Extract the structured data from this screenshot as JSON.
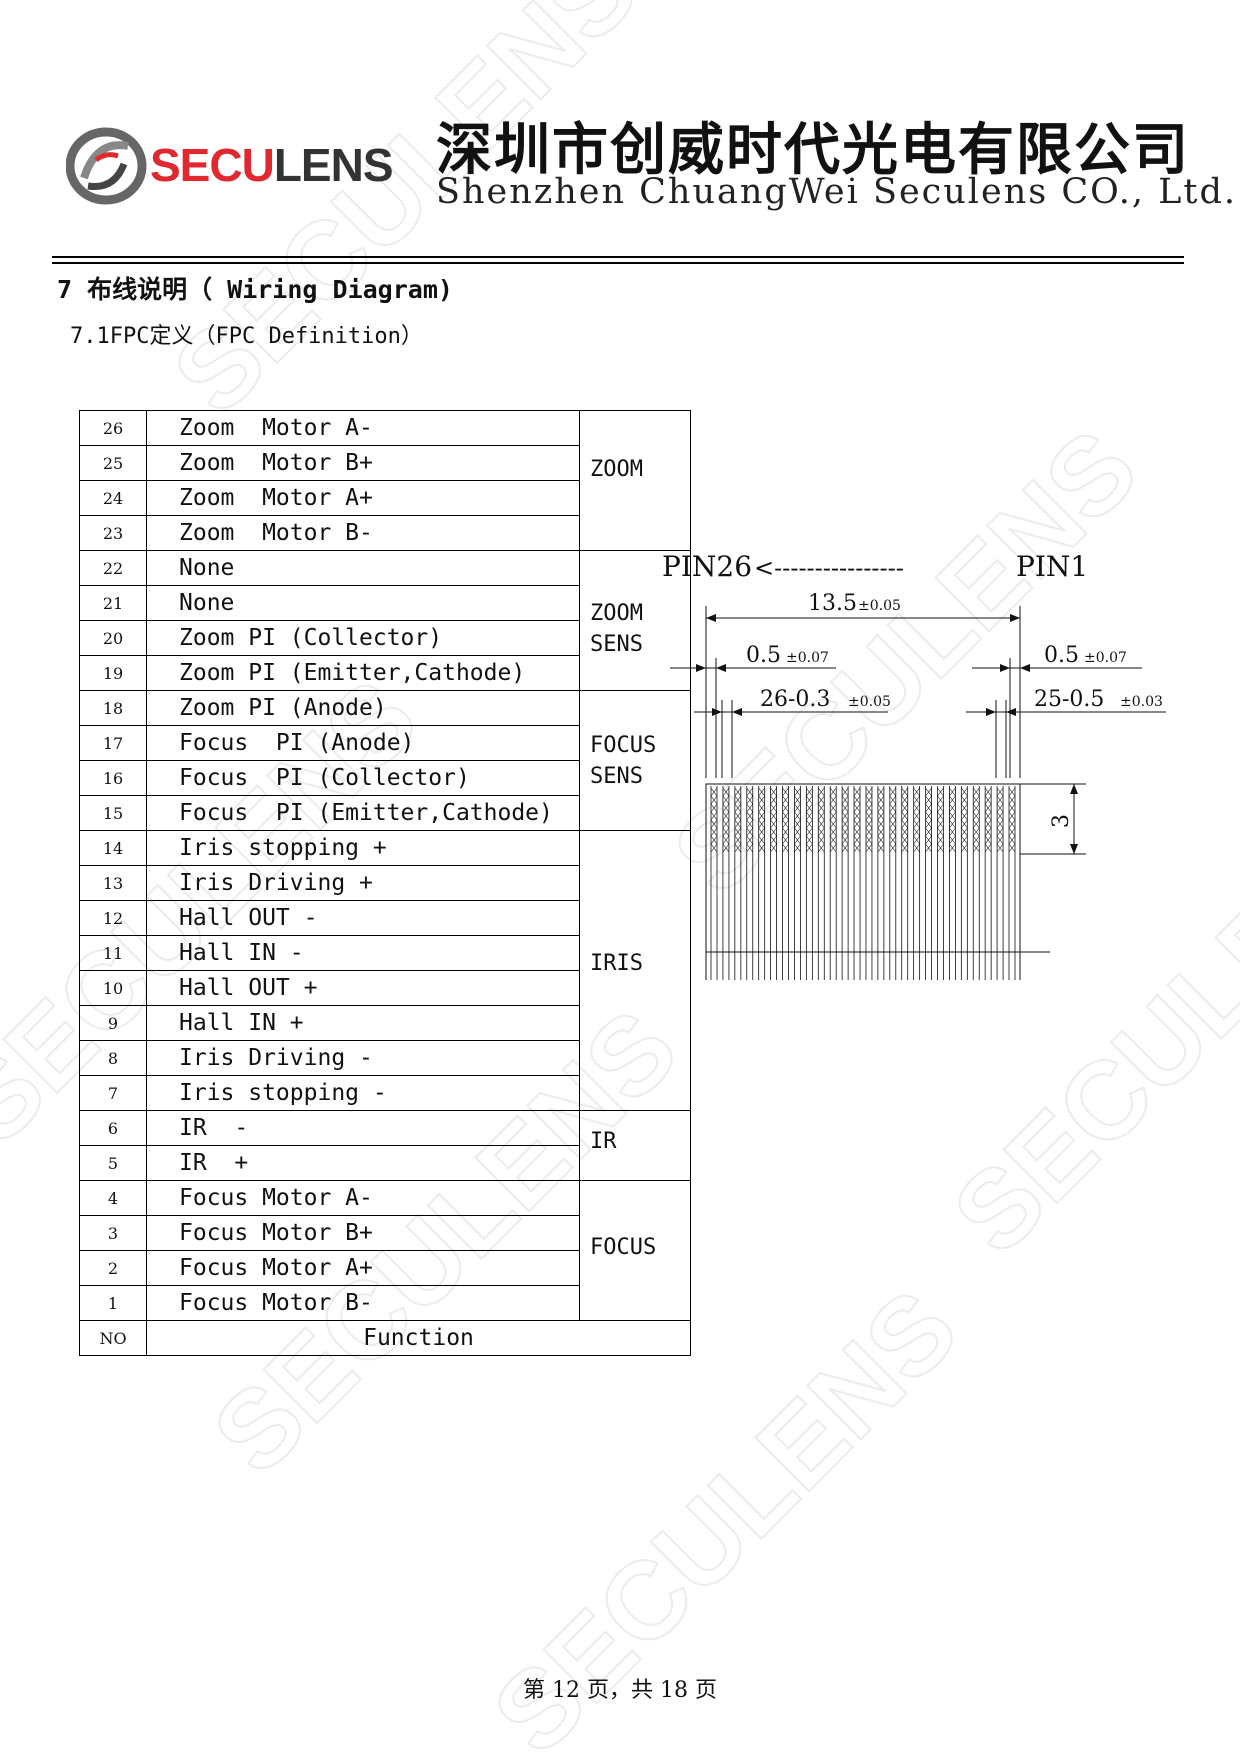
{
  "header": {
    "logo_text_red": "SECU",
    "logo_text_dark": "LENS",
    "company_cn": "深圳市创威时代光电有限公司",
    "company_en": "Shenzhen ChuangWei Seculens CO., Ltd."
  },
  "watermark": "SECULENS",
  "section": {
    "title": "7 布线说明（ Wiring Diagram)",
    "subtitle": "7.1FPC定义（FPC  Definition）"
  },
  "table": {
    "rows": [
      {
        "no": "26",
        "function": "Zoom  Motor A-"
      },
      {
        "no": "25",
        "function": "Zoom  Motor B+"
      },
      {
        "no": "24",
        "function": "Zoom  Motor A+"
      },
      {
        "no": "23",
        "function": "Zoom  Motor B-"
      },
      {
        "no": "22",
        "function": "None"
      },
      {
        "no": "21",
        "function": "None"
      },
      {
        "no": "20",
        "function": "Zoom PI (Collector)"
      },
      {
        "no": "19",
        "function": "Zoom PI (Emitter,Cathode)"
      },
      {
        "no": "18",
        "function": "Zoom PI (Anode)"
      },
      {
        "no": "17",
        "function": "Focus  PI (Anode)"
      },
      {
        "no": "16",
        "function": "Focus  PI (Collector)"
      },
      {
        "no": "15",
        "function": "Focus  PI (Emitter,Cathode)"
      },
      {
        "no": "14",
        "function": "Iris stopping +"
      },
      {
        "no": "13",
        "function": "Iris Driving +"
      },
      {
        "no": "12",
        "function": "Hall OUT -"
      },
      {
        "no": "11",
        "function": "Hall IN -"
      },
      {
        "no": "10",
        "function": "Hall OUT +"
      },
      {
        "no": "9",
        "function": "Hall IN +"
      },
      {
        "no": "8",
        "function": "Iris Driving -"
      },
      {
        "no": "7",
        "function": "Iris stopping -"
      },
      {
        "no": "6",
        "function": "IR  -"
      },
      {
        "no": "5",
        "function": "IR  +"
      },
      {
        "no": "4",
        "function": "Focus Motor A-"
      },
      {
        "no": "3",
        "function": "Focus Motor B+"
      },
      {
        "no": "2",
        "function": "Focus Motor A+"
      },
      {
        "no": "1",
        "function": "Focus Motor B-"
      }
    ],
    "groups": [
      {
        "line1": "ZOOM",
        "line2": ""
      },
      {
        "line1": "ZOOM",
        "line2": "SENS"
      },
      {
        "line1": "FOCUS",
        "line2": "SENS"
      },
      {
        "line1": "IRIS",
        "line2": ""
      },
      {
        "line1": "IR",
        "line2": ""
      },
      {
        "line1": "FOCUS",
        "line2": ""
      }
    ],
    "footer_no": "NO",
    "footer_function": "Function"
  },
  "diagram": {
    "pin_left": "PIN26",
    "pin_right": "PIN1",
    "width_value": "13.5",
    "width_tol": "±0.05",
    "left_margin_value": "0.5",
    "left_margin_tol": "±0.07",
    "right_margin_value": "0.5",
    "right_margin_tol": "±0.07",
    "pin_width_value": "26-0.3",
    "pin_width_tol": "±0.05",
    "pitch_value": "25-0.5",
    "pitch_tol": "±0.03",
    "height_value": "3"
  },
  "footer": {
    "page_text": "第 12 页，共 18 页"
  }
}
